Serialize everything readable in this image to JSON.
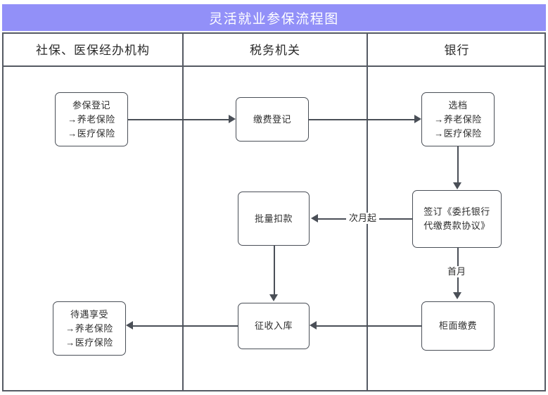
{
  "header": {
    "title": "灵活就业参保流程图",
    "title_bg": "#9290f8",
    "title_color": "#ffffff"
  },
  "lanes": [
    {
      "id": "social-insurance",
      "label": "社保、医保经办机构"
    },
    {
      "id": "tax-authority",
      "label": "税务机关"
    },
    {
      "id": "bank",
      "label": "银行"
    }
  ],
  "nodes": {
    "canbao": {
      "lines": [
        "参保登记",
        "→养老保险",
        "→医疗保险"
      ]
    },
    "jiaofei": {
      "lines": [
        "缴费登记"
      ]
    },
    "xuandang": {
      "lines": [
        "选档",
        "→养老保险",
        "→医疗保险"
      ]
    },
    "qianding": {
      "lines": [
        "签订《委托银行",
        "代缴费款协议》"
      ]
    },
    "piliang": {
      "lines": [
        "批量扣款"
      ]
    },
    "guimian": {
      "lines": [
        "柜面缴费"
      ]
    },
    "zhengshou": {
      "lines": [
        "征收入库"
      ]
    },
    "daiyu": {
      "lines": [
        "待遇享受",
        "→养老保险",
        "→医疗保险"
      ]
    }
  },
  "edge_labels": {
    "next_month": "次月起",
    "first_month": "首月"
  },
  "colors": {
    "line": "#4a4f57",
    "frame": "#555a63",
    "box_bg": "#ffffff",
    "text": "#2d2d2d"
  }
}
